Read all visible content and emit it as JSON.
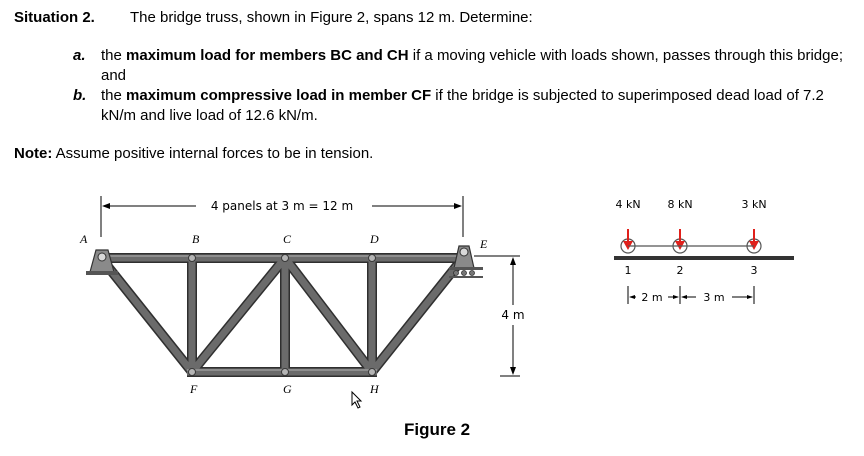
{
  "problem": {
    "heading": "Situation 2.",
    "intro": "The bridge truss, shown in Figure 2, spans 12 m. Determine:",
    "items": [
      {
        "marker": "a.",
        "pre": "the ",
        "bold": "maximum load for members BC and CH",
        "post": " if a moving vehicle with loads shown, passes through this bridge; and"
      },
      {
        "marker": "b.",
        "pre": "the ",
        "bold": "maximum compressive load in member CF",
        "post": " if the bridge is subjected to superimposed dead load of 7.2 kN/m and live load of 12.6 kN/m."
      }
    ],
    "note_label": "Note:",
    "note_text": " Assume positive internal forces to be in tension."
  },
  "figure": {
    "caption": "Figure 2",
    "span_label": "4 panels at 3 m = 12 m",
    "height_label": "4 m",
    "nodes": {
      "A": "A",
      "B": "B",
      "C": "C",
      "D": "D",
      "E": "E",
      "F": "F",
      "G": "G",
      "H": "H"
    },
    "vehicle": {
      "loads": [
        "4 kN",
        "8 kN",
        "3 kN"
      ],
      "axles": [
        "1",
        "2",
        "3"
      ],
      "spacings": [
        "2 m",
        "3 m"
      ]
    }
  },
  "colors": {
    "member": "#5b5b5b",
    "member_edge": "#2f2f2f",
    "load_arrow": "#e0201b",
    "text": "#000000"
  }
}
